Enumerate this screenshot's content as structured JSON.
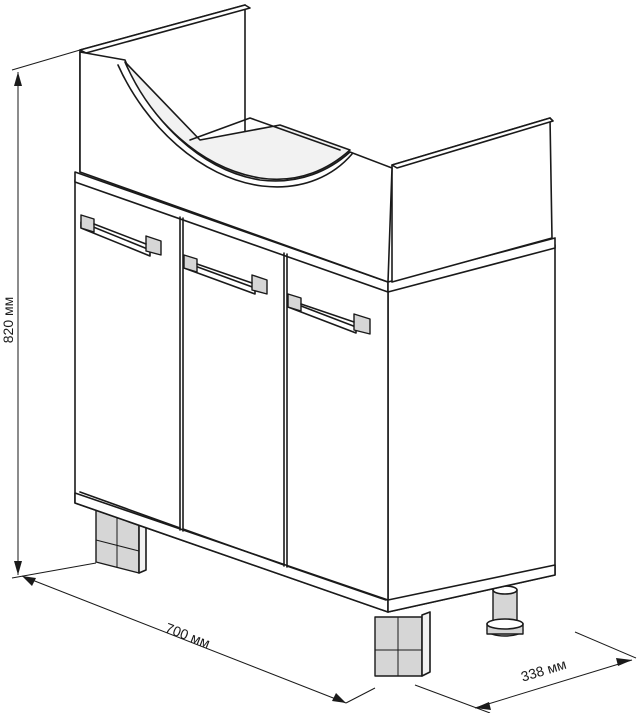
{
  "dimensions": {
    "height_label": "820 мм",
    "width_label": "700 мм",
    "depth_label": "338 мм"
  }
}
